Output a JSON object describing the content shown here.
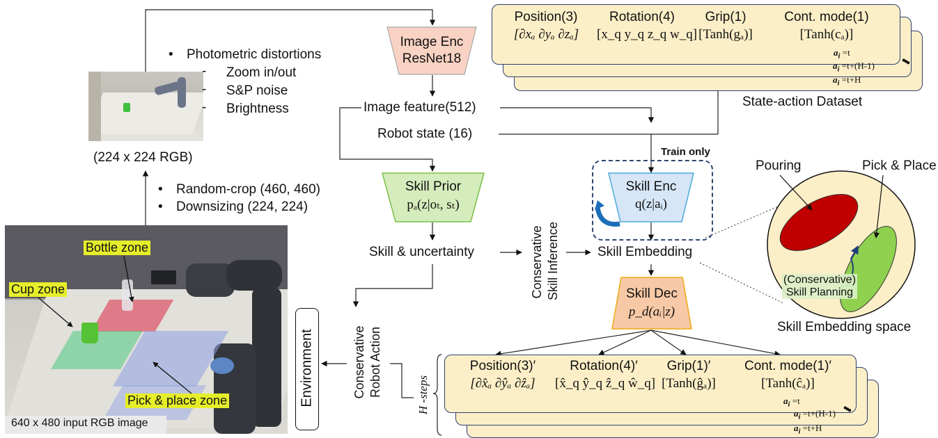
{
  "image_encoder": {
    "title": "Image Enc",
    "subtitle": "ResNet18"
  },
  "augment_top": {
    "items": [
      "Photometric distortions",
      "Zoom in/out",
      "S&P noise",
      "Brightness"
    ]
  },
  "resized_label": "(224 x 224 RGB)",
  "augment_bottom": {
    "items": [
      "Random-crop (460, 460)",
      "Downsizing (224, 224)"
    ]
  },
  "input_caption": "640 x 480 input RGB image",
  "zones": {
    "bottle": "Bottle zone",
    "cup": "Cup zone",
    "pick_place": "Pick & place zone"
  },
  "image_feature": "Image feature(512)",
  "robot_state": "Robot state (16)",
  "skill_prior": {
    "title": "Skill Prior",
    "formula": "pₐ(z|oₜ, sₜ)"
  },
  "skill_uncertainty": "Skill & uncertainty",
  "conservative_inference": [
    "Conservative",
    "Skill Inference"
  ],
  "train_only": "Train only",
  "skill_enc": {
    "title": "Skill Enc",
    "formula": "q(z|aᵢ)"
  },
  "skill_embedding": "Skill Embedding",
  "skill_dec": {
    "title": "Skill Dec",
    "formula": "p_d(aᵢ|z)"
  },
  "environment": "Environment",
  "conservative_action": [
    "Conservative",
    "Robot Action"
  ],
  "h_steps": "H -steps",
  "dataset": {
    "caption": "State-action Dataset",
    "headers": [
      "Position(3)",
      "Rotation(4)",
      "Grip(1)",
      "Cont. mode(1)"
    ],
    "formulas": [
      "[∂xₐ ∂yₐ ∂zₐ]",
      "[x_q y_q z_q w_q]",
      "[Tanh(gₐ)]",
      "[Tanh(cₐ)]"
    ],
    "indices": [
      "=t",
      "=t+(H-1)",
      "=t+H"
    ]
  },
  "output": {
    "headers": [
      "Position(3)′",
      "Rotation(4)′",
      "Grip(1)′",
      "Cont. mode(1)′"
    ],
    "formulas": [
      "[∂x̂ₐ ∂ŷₐ ∂ẑₐ]",
      "[x̂_q ŷ_q ẑ_q ŵ_q]",
      "[Tanh(ĝₐ)]",
      "[Tanh(ĉₐ)]"
    ],
    "indices": [
      "=t",
      "=t+(H-1)",
      "=t+H"
    ]
  },
  "embedding_space": {
    "caption": "Skill Embedding space",
    "pouring": "Pouring",
    "pick_place": "Pick & Place",
    "planning": [
      "(Conservative)",
      "Skill Planning"
    ]
  },
  "colors": {
    "card": "#fcefc7",
    "encoder": "#f8d2c2",
    "prior": "#d5ecbc",
    "skill_enc": "#d6e6f7",
    "skill_dec": "#f7c9a6",
    "pouring_blob": "#c00000",
    "pickplace_blob": "#8fd14f",
    "space": "#fcefc7"
  }
}
